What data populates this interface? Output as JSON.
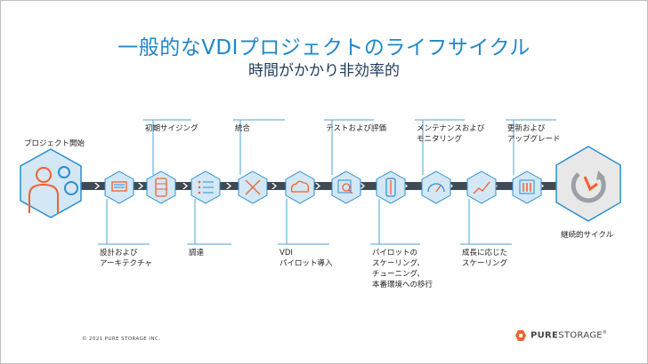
{
  "title": "一般的なVDIプロジェクトのライフサイクル",
  "subtitle": "時間がかかり非効率的",
  "steps": {
    "start": "プロジェクト開始",
    "design": "設計および\nアーキテクチャ",
    "sizing": "初期サイジング",
    "procure": "調達",
    "integrate": "統合",
    "pilot": "VDI\nパイロット導入",
    "test": "テストおよび評価",
    "scale": "パイロットの\nスケーリング、\nチューニング、\n本番環境への移行",
    "monitor": "メンテナンスおよび\nモニタリング",
    "grow": "成長に応じた\nスケーリング",
    "upgrade": "更新および\nアップグレード",
    "continuous": "継続的サイクル"
  },
  "footer": "© 2021 PURE STORAGE INC.",
  "brand": {
    "bold": "PURE",
    "light": "STORAGE",
    "mark": "®"
  },
  "colors": {
    "accent": "#1e88c8",
    "hex_fill": "#d4e7f5",
    "hex_stroke": "#2a8fd0",
    "icon_orange": "#f0622d",
    "belt": "#3f4a55"
  }
}
